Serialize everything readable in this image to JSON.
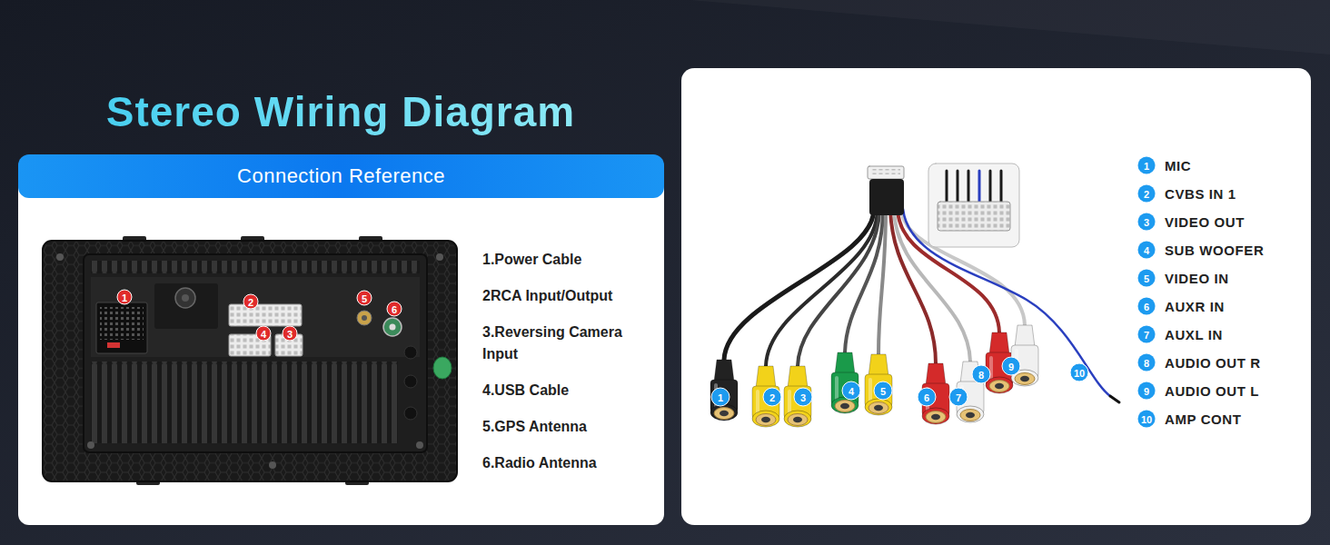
{
  "diagram": {
    "title": "Stereo Wiring Diagram",
    "nodes": [
      {
        "text": [
          "Connection Reference"
        ]
      }
    ],
    "labels": [
      "1.Power Cable",
      "2RCA Input/Output",
      "3.Reversing Camera Input",
      "4.USB Cable",
      "5.GPS Antenna",
      "6.Radio Antenna",
      "1",
      "2",
      "4",
      "3",
      "5",
      "6",
      "1",
      "2",
      "3",
      "4",
      "5",
      "6",
      "7",
      "8",
      "9",
      "10",
      "1",
      "MIC",
      "2",
      "CVBS IN 1",
      "3",
      "VIDEO OUT",
      "4",
      "SUB WOOFER",
      "5",
      "VIDEO IN",
      "6",
      "AUXR IN",
      "7",
      "AUXL IN",
      "8",
      "AUDIO OUT R",
      "9",
      "AUDIO OUT L",
      "10",
      "AMP CONT"
    ]
  }
}
